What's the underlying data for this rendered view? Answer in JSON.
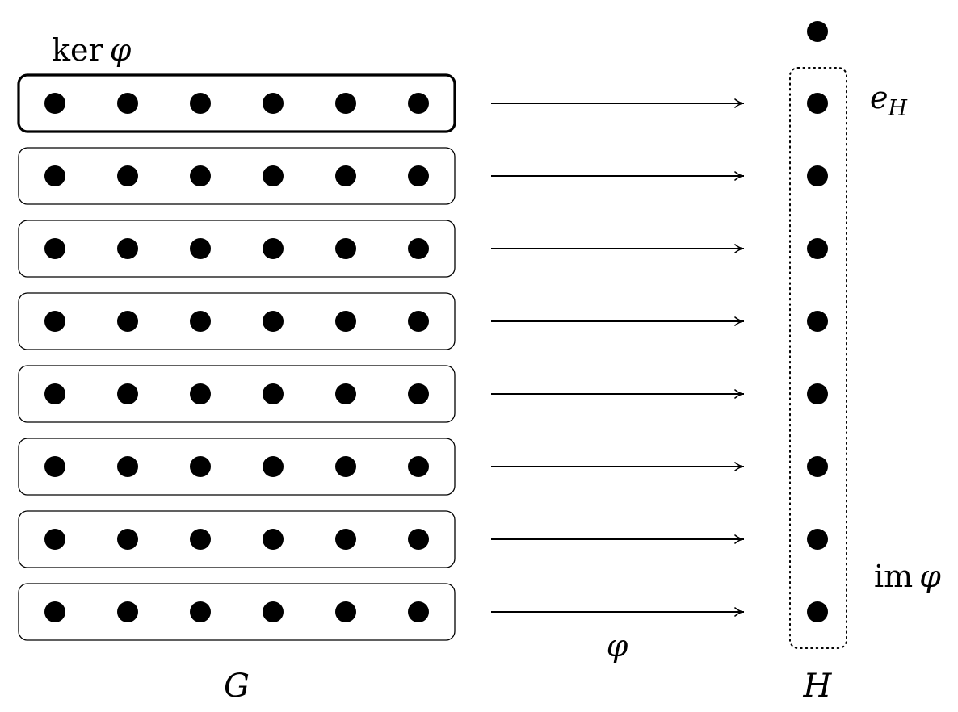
{
  "diagram": {
    "kernel_label": {
      "text": "ker",
      "symbol": "φ"
    },
    "identity_label": {
      "base": "e",
      "subscript": "H"
    },
    "image_label": {
      "text": "im",
      "symbol": "φ"
    },
    "map_label": "φ",
    "domain_label": "G",
    "codomain_label": "H",
    "cosets": {
      "count": 8,
      "elements_per_coset": 6,
      "kernel_index": 0
    },
    "codomain_points": {
      "count": 9,
      "outside_image_count": 1
    },
    "arrows": 8,
    "colors": {
      "ink": "#000000",
      "background": "#ffffff"
    }
  }
}
